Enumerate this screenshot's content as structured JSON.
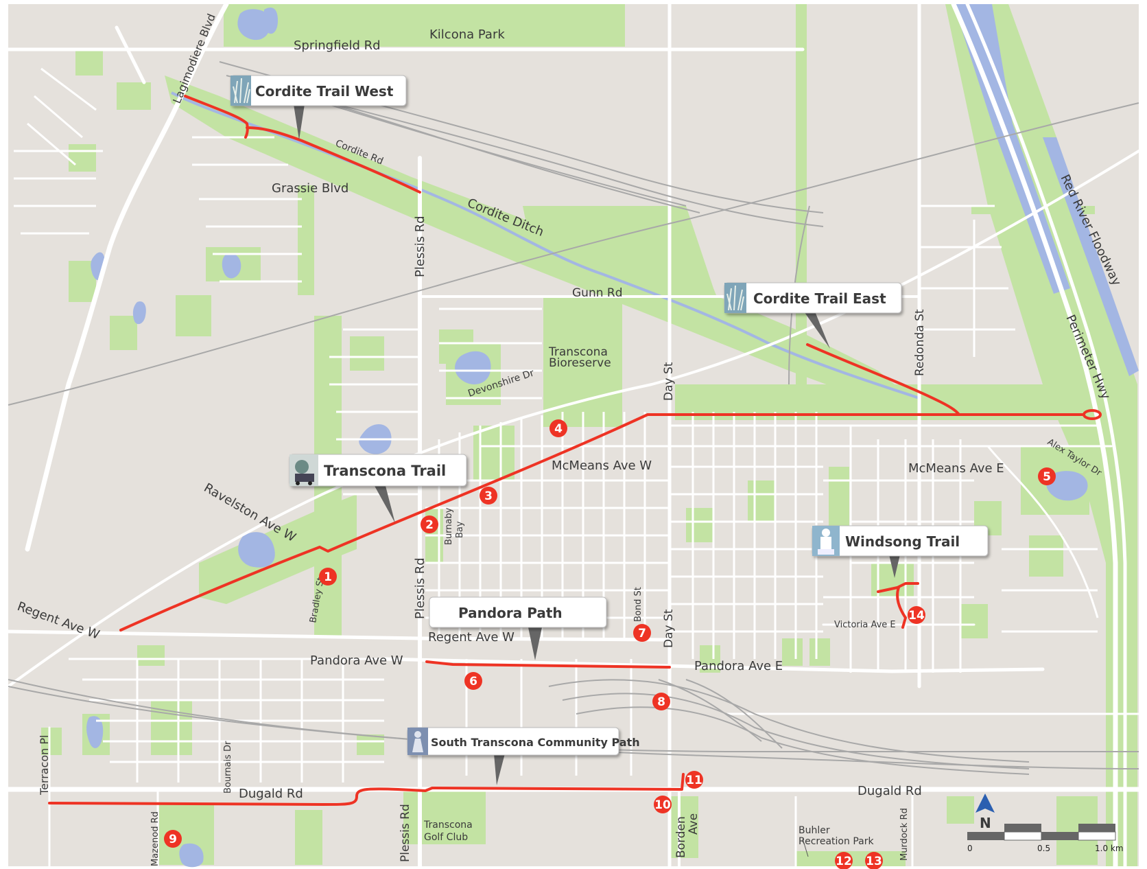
{
  "map": {
    "colors": {
      "land": "#e5e1dc",
      "park": "#c3e3a3",
      "water": "#a3b6e3",
      "road": "#ffffff",
      "rail": "#a8a8a8",
      "trail": "#ee3324",
      "marker": "#ee3324",
      "callout_bg": "#ffffff",
      "callout_pointer": "#666666"
    },
    "trail_callouts": [
      {
        "name": "Cordite Trail West",
        "icon": "grass-icon"
      },
      {
        "name": "Cordite Trail East",
        "icon": "grass-icon"
      },
      {
        "name": "Transcona Trail",
        "icon": "train-icon"
      },
      {
        "name": "Windsong Trail",
        "icon": "lighthouse-icon"
      },
      {
        "name": "Pandora Path",
        "icon": ""
      },
      {
        "name": "South Transcona Community Path",
        "icon": "statue-icon"
      }
    ],
    "streets": [
      "Lagimodiere Blvd",
      "Springfield Rd",
      "Kilcona Park",
      "Cordite Rd",
      "Grassie Blvd",
      "Cordite Ditch",
      "Plessis Rd",
      "Gunn Rd",
      "Transcona",
      "Bioreserve",
      "Devonshire Dr",
      "Day St",
      "Redonda St",
      "Red River Floodway",
      "Perimeter Hwy",
      "Alex Taylor Dr",
      "McMeans Ave W",
      "McMeans Ave E",
      "Ravelston Ave W",
      "Burnaby",
      "Bay",
      "Regent Ave W",
      "Regent Ave W",
      "Bradley St",
      "Plessis Rd",
      "Bond St",
      "Day St",
      "Victoria Ave E",
      "Pandora Ave W",
      "Pandora Ave E",
      "Terracon Pl",
      "Bournais Dr",
      "Dugald Rd",
      "Dugald Rd",
      "Mazenod Rd",
      "Plessis Rd",
      "Transcona",
      "Golf Club",
      "Borden",
      "Ave",
      "Buhler",
      "Recreation Park",
      "Murdock Rd"
    ],
    "markers": [
      "1",
      "2",
      "3",
      "4",
      "5",
      "6",
      "7",
      "8",
      "9",
      "10",
      "11",
      "12",
      "13",
      "14"
    ],
    "compass": {
      "label": "N"
    },
    "scale": {
      "labels": [
        "0",
        "0.5",
        "1.0 km"
      ]
    }
  }
}
